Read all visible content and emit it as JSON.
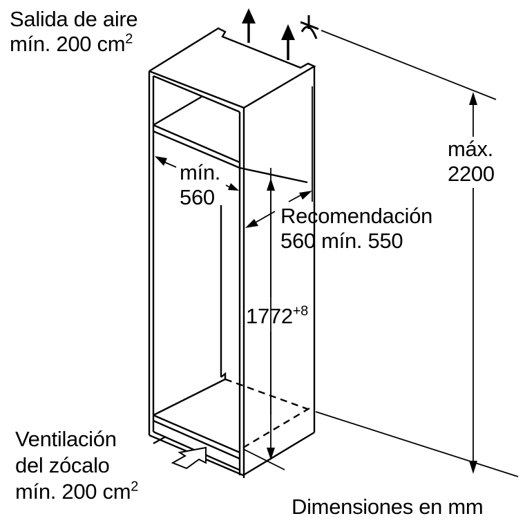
{
  "labels": {
    "air_outlet_line1": "Salida de aire",
    "air_outlet_line2": "mín. 200 cm",
    "air_outlet_sup": "2",
    "min_width_line1": "mín.",
    "min_width_line2": "560",
    "recommendation_line1": "Recomendación",
    "recommendation_line2": "560 mín. 550",
    "height": "1772",
    "height_tolerance": "+8",
    "max_height_line1": "máx.",
    "max_height_line2": "2200",
    "plinth_vent_line1": "Ventilación",
    "plinth_vent_line2": "del zócalo",
    "plinth_vent_line3": "mín. 200 cm",
    "plinth_vent_sup": "2",
    "units": "Dimensiones en mm"
  },
  "colors": {
    "line": "#000000",
    "background": "#ffffff"
  }
}
